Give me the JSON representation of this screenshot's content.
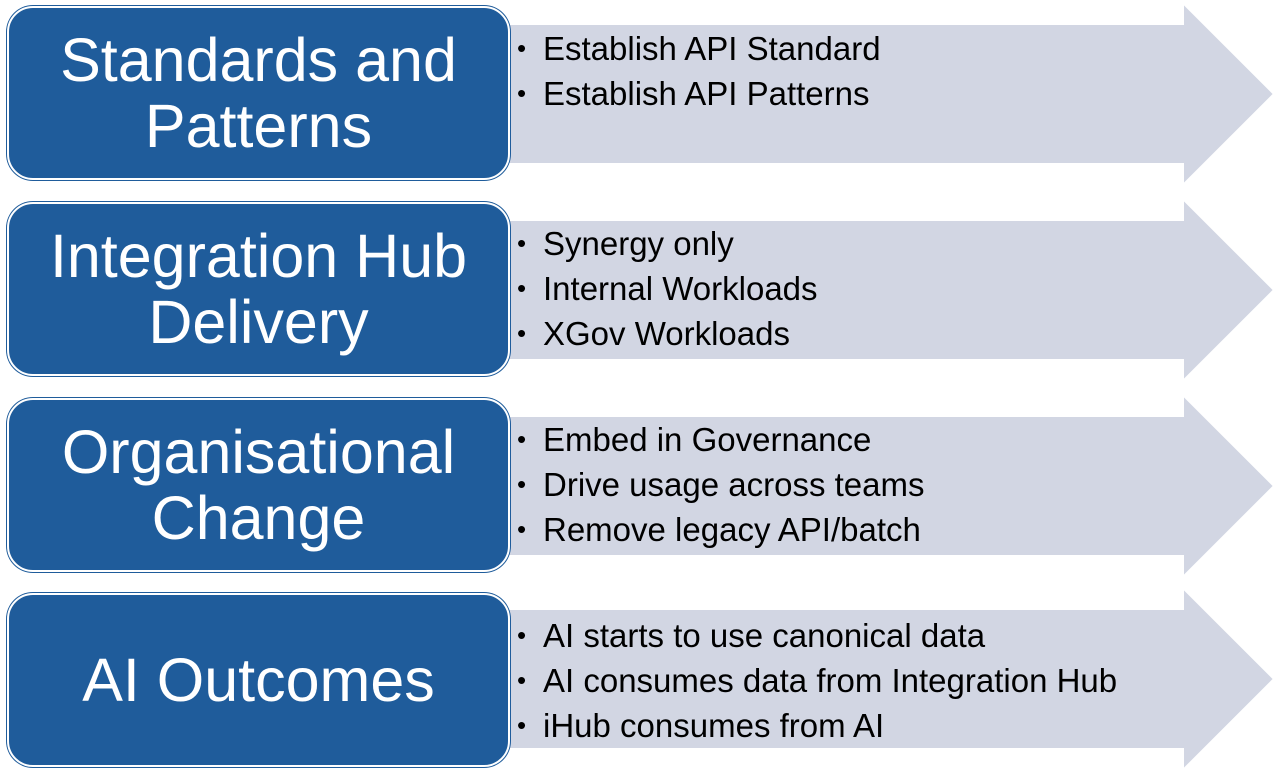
{
  "rows": [
    {
      "title_lines": [
        "Standards and",
        "Patterns"
      ],
      "bullets": [
        "Establish API Standard",
        "Establish API Patterns"
      ]
    },
    {
      "title_lines": [
        "Integration Hub",
        "Delivery"
      ],
      "bullets": [
        "Synergy only",
        "Internal Workloads",
        "XGov Workloads"
      ]
    },
    {
      "title_lines": [
        "Organisational",
        "Change"
      ],
      "bullets": [
        "Embed in Governance",
        "Drive usage across teams",
        "Remove legacy API/batch"
      ]
    },
    {
      "title_lines": [
        "AI Outcomes"
      ],
      "bullets": [
        "AI starts to use canonical data",
        "AI consumes data from Integration Hub",
        "iHub consumes from AI"
      ]
    }
  ],
  "bullet_glyph": "•",
  "colors": {
    "box_fill": "#1f5c9b",
    "arrow_fill": "#d2d6e3",
    "box_text": "#ffffff",
    "bullet_text": "#000000"
  }
}
